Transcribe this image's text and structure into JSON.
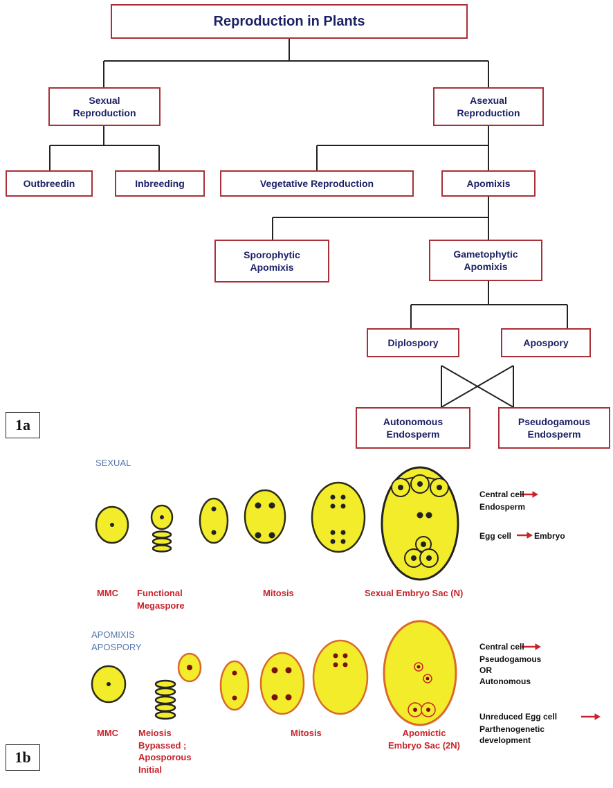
{
  "tree": {
    "title": "Reproduction in Plants",
    "sexual": "Sexual\nReproduction",
    "asexual": "Asexual\nReproduction",
    "outbreeding": "Outbreedin",
    "inbreeding": "Inbreeding",
    "vegetative": "Vegetative Reproduction",
    "apomixis": "Apomixis",
    "sporophytic": "Sporophytic\nApomixis",
    "gametophytic": "Gametophytic\nApomixis",
    "diplospory": "Diplospory",
    "apospory": "Apospory",
    "autonomous": "Autonomous\nEndosperm",
    "pseudogamous": "Pseudogamous\nEndosperm"
  },
  "figure_labels": {
    "a": "1a",
    "b": "1b"
  },
  "sexual_panel": {
    "heading": "SEXUAL",
    "mmc": "MMC",
    "functional_megaspore": "Functional\nMegaspore",
    "mitosis": "Mitosis",
    "embryo_sac": "Sexual Embryo Sac (N)",
    "central_cell": "Central cell",
    "endosperm": "Endosperm",
    "egg_cell": "Egg cell",
    "embryo": "Embryo"
  },
  "apomixis_panel": {
    "heading_1": "APOMIXIS",
    "heading_2": "APOSPORY",
    "mmc": "MMC",
    "meiosis_bypassed": "Meiosis\nBypassed ;\nAposporous\nInitial",
    "mitosis": "Mitosis",
    "embryo_sac": "Apomictic\nEmbryo Sac (2N)",
    "central_cell": "Central cell",
    "central_fate": "Pseudogamous\nOR\nAutonomous",
    "egg_cell": "Unreduced Egg cell",
    "egg_fate": "Parthenogenetic\ndevelopment"
  },
  "colors": {
    "box_border": "#a83038",
    "box_text": "#1c2166",
    "cell_fill": "#f3ec2a",
    "sexual_outline": "#2b2b1a",
    "apomictic_outline": "#d96a2b",
    "label_red": "#c8232a",
    "heading_blue": "#5876b0"
  }
}
